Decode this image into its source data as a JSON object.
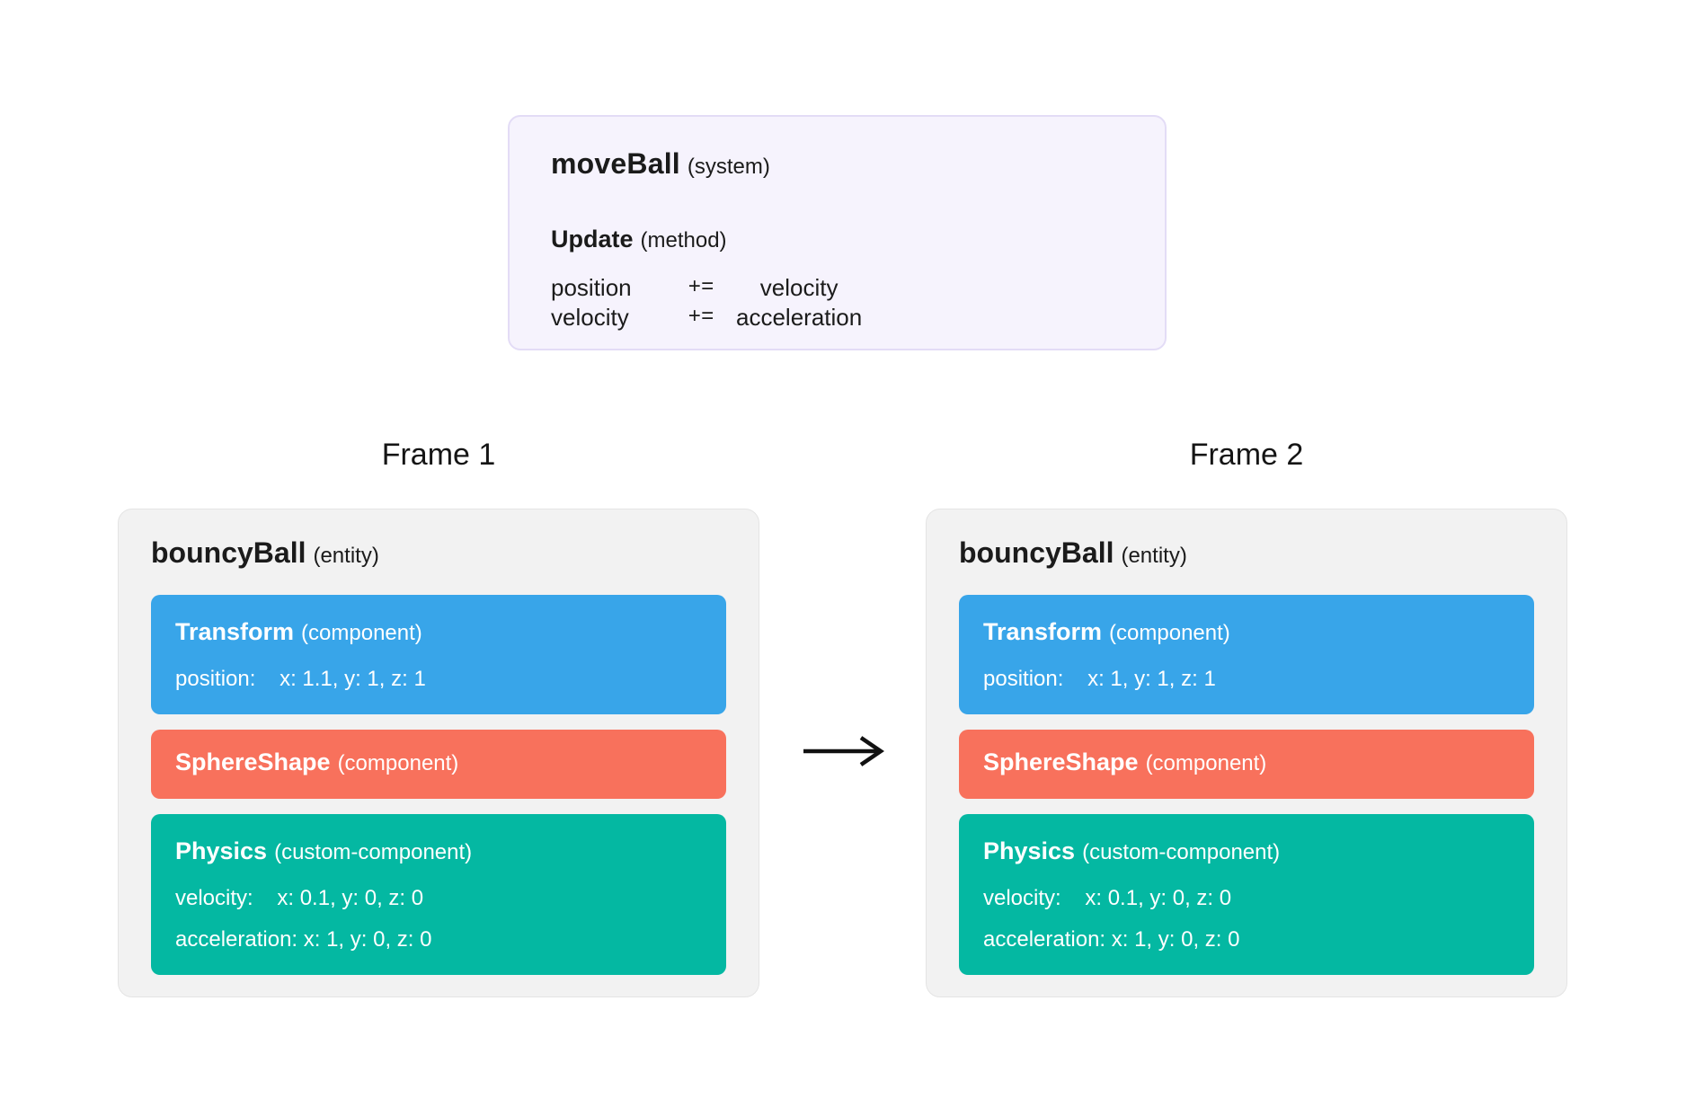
{
  "system_card": {
    "title": "moveBall",
    "tag": "(system)",
    "method": {
      "title": "Update",
      "tag": "(method)"
    },
    "code_lines": [
      {
        "lhs": "position",
        "op": "+=",
        "rhs": "velocity"
      },
      {
        "lhs": "velocity",
        "op": "+=",
        "rhs": "acceleration"
      }
    ],
    "background": "#F6F3FD",
    "border_color": "#E3DCF6"
  },
  "frames": [
    {
      "label": "Frame 1",
      "entity": {
        "name": "bouncyBall",
        "tag": "(entity)",
        "components": [
          {
            "name": "Transform",
            "tag": "(component)",
            "color": "#38A5E9",
            "lines": [
              "position:    x: 1.1, y: 1, z: 1"
            ]
          },
          {
            "name": "SphereShape",
            "tag": "(component)",
            "color": "#F8715C",
            "lines": []
          },
          {
            "name": "Physics",
            "tag": "(custom-component)",
            "color": "#04B8A2",
            "lines": [
              "velocity:    x: 0.1, y: 0, z: 0",
              "acceleration: x: 1, y: 0, z: 0"
            ]
          }
        ]
      }
    },
    {
      "label": "Frame 2",
      "entity": {
        "name": "bouncyBall",
        "tag": "(entity)",
        "components": [
          {
            "name": "Transform",
            "tag": "(component)",
            "color": "#38A5E9",
            "lines": [
              "position:    x: 1, y: 1, z: 1"
            ]
          },
          {
            "name": "SphereShape",
            "tag": "(component)",
            "color": "#F8715C",
            "lines": []
          },
          {
            "name": "Physics",
            "tag": "(custom-component)",
            "color": "#04B8A2",
            "lines": [
              "velocity:    x: 0.1, y: 0, z: 0",
              "acceleration: x: 1, y: 0, z: 0"
            ]
          }
        ]
      }
    }
  ],
  "arrow": {
    "color": "#111111"
  }
}
